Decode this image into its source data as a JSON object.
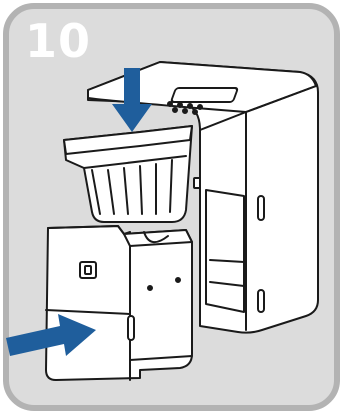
{
  "step": {
    "number": "10"
  },
  "colors": {
    "panel": "#dcdcdc",
    "frame": "#b3b3b3",
    "step_number": "#ffffff",
    "outline": "#1a1a1a",
    "arrow": "#1f5e9c",
    "device_fill": "#ffffff"
  },
  "illustration": {
    "subject": "coffee-machine-with-removable-drip-tray-and-capsule-container",
    "arrows": [
      "insert-container-down-arrow",
      "slide-tray-in-arrow"
    ]
  }
}
